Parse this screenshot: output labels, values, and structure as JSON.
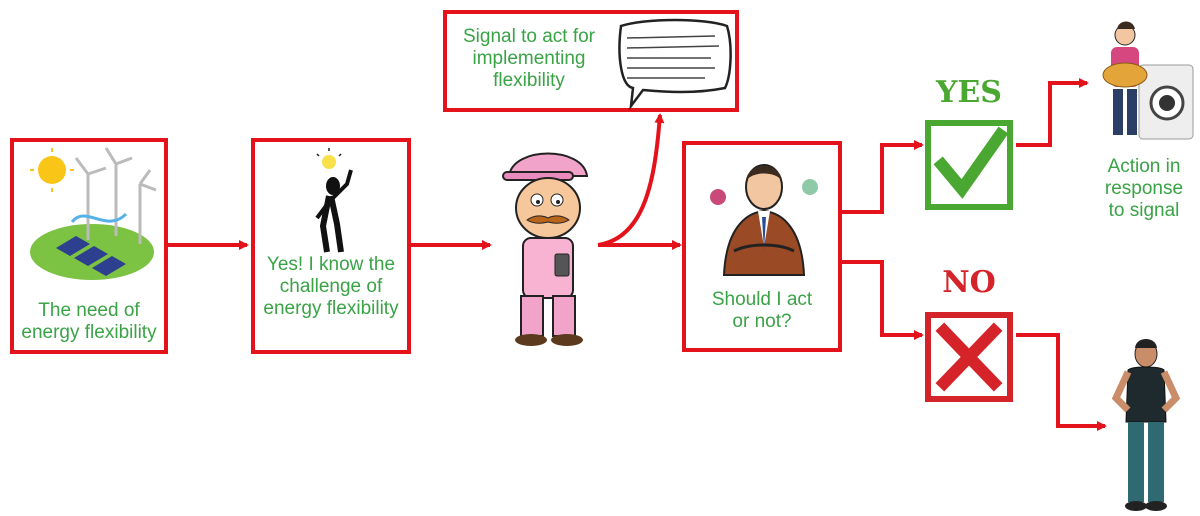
{
  "colors": {
    "frame": "#e3121b",
    "label_text": "#3aa346",
    "check": "#4aa832",
    "cross": "#d4242a"
  },
  "nodes": {
    "need": {
      "label_line1": "The need of",
      "label_line2": "energy flexibility",
      "image": "solar-wind-energy-illustration"
    },
    "know": {
      "label_line1": "Yes! I know the",
      "label_line2": "challenge of",
      "label_line3": "energy flexibility",
      "image": "person-with-lightbulb-idea-illustration"
    },
    "receiver": {
      "image": "cartoon-man-reading-phone"
    },
    "signal": {
      "label_line1": "Signal to act for",
      "label_line2": "implementing",
      "label_line3": "flexibility",
      "image": "speech-bubble-icon"
    },
    "decide": {
      "label_line1": "Should I act",
      "label_line2": "or not?",
      "image": "thinking-businessman-illustration"
    },
    "yes": {
      "label": "YES",
      "image": "green-checkmark-icon"
    },
    "no": {
      "label": "NO",
      "image": "red-cross-icon"
    },
    "action": {
      "label_line1": "Action in",
      "label_line2": "response",
      "label_line3": "to signal",
      "image": "person-doing-laundry-illustration"
    },
    "idle": {
      "image": "person-standing-idle-illustration"
    }
  }
}
